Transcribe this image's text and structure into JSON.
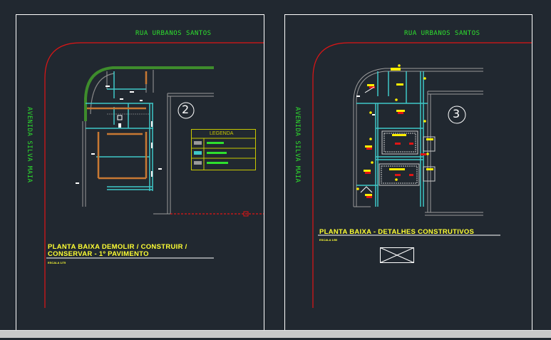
{
  "sheet_left": {
    "street_top": "RUA URBANOS SANTOS",
    "street_side": "AVENIDA SILVA MAIA",
    "detail_number": "2",
    "legend_title": "LEGENDA",
    "title_line1": "PLANTA BAIXA DEMOLIR / CONSTRUIR /",
    "title_line2": "CONSERVAR - 1º PAVIMENTO",
    "scale": "ESCALA 1/75"
  },
  "sheet_right": {
    "street_top": "RUA URBANOS SANTOS",
    "street_side": "AVENIDA SILVA MAIA",
    "detail_number": "3",
    "title": "PLANTA BAIXA - DETALHES CONSTRUTIVOS",
    "scale": "ESCALA 1/50"
  },
  "colors": {
    "background": "#212830",
    "sheet_border": "#ffffff",
    "street_line": "#e01515",
    "street_text": "#2ee02e",
    "title_text": "#ffff33",
    "wall_cyan": "#3fc8c8",
    "demolish_orange": "#c87833",
    "existing_gray": "#9a9a9a",
    "tree_green": "#3e8c2c"
  }
}
